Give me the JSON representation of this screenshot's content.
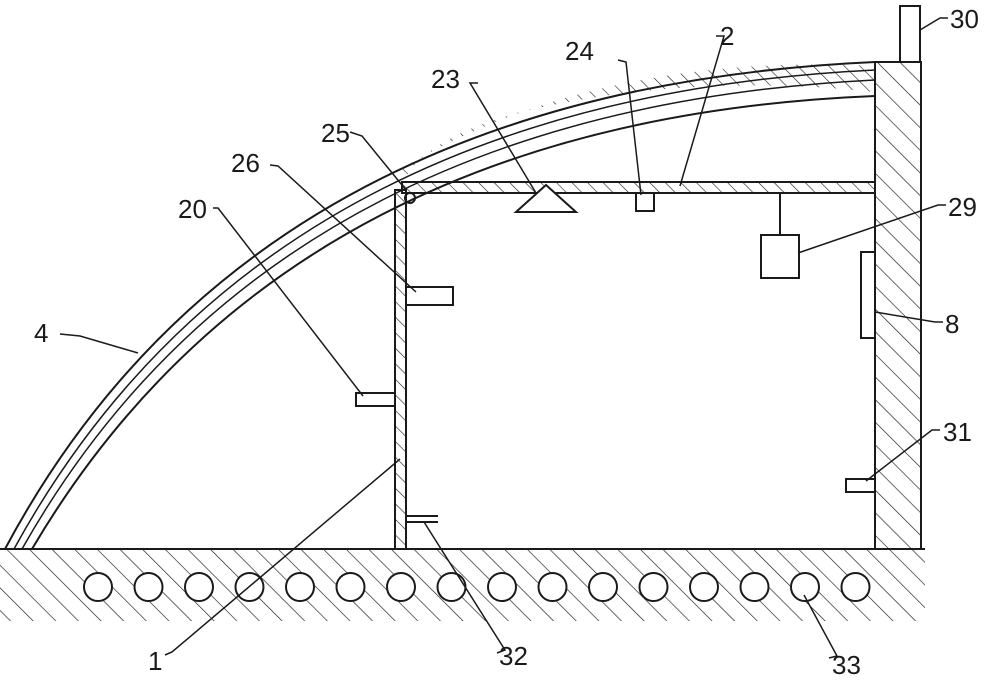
{
  "labels": {
    "l1": "1",
    "l2": "2",
    "l4": "4",
    "l8": "8",
    "l20": "20",
    "l23": "23",
    "l24": "24",
    "l25": "25",
    "l26": "26",
    "l29": "29",
    "l30": "30",
    "l31": "31",
    "l32": "32",
    "l33": "33"
  },
  "pipe_count": 16
}
